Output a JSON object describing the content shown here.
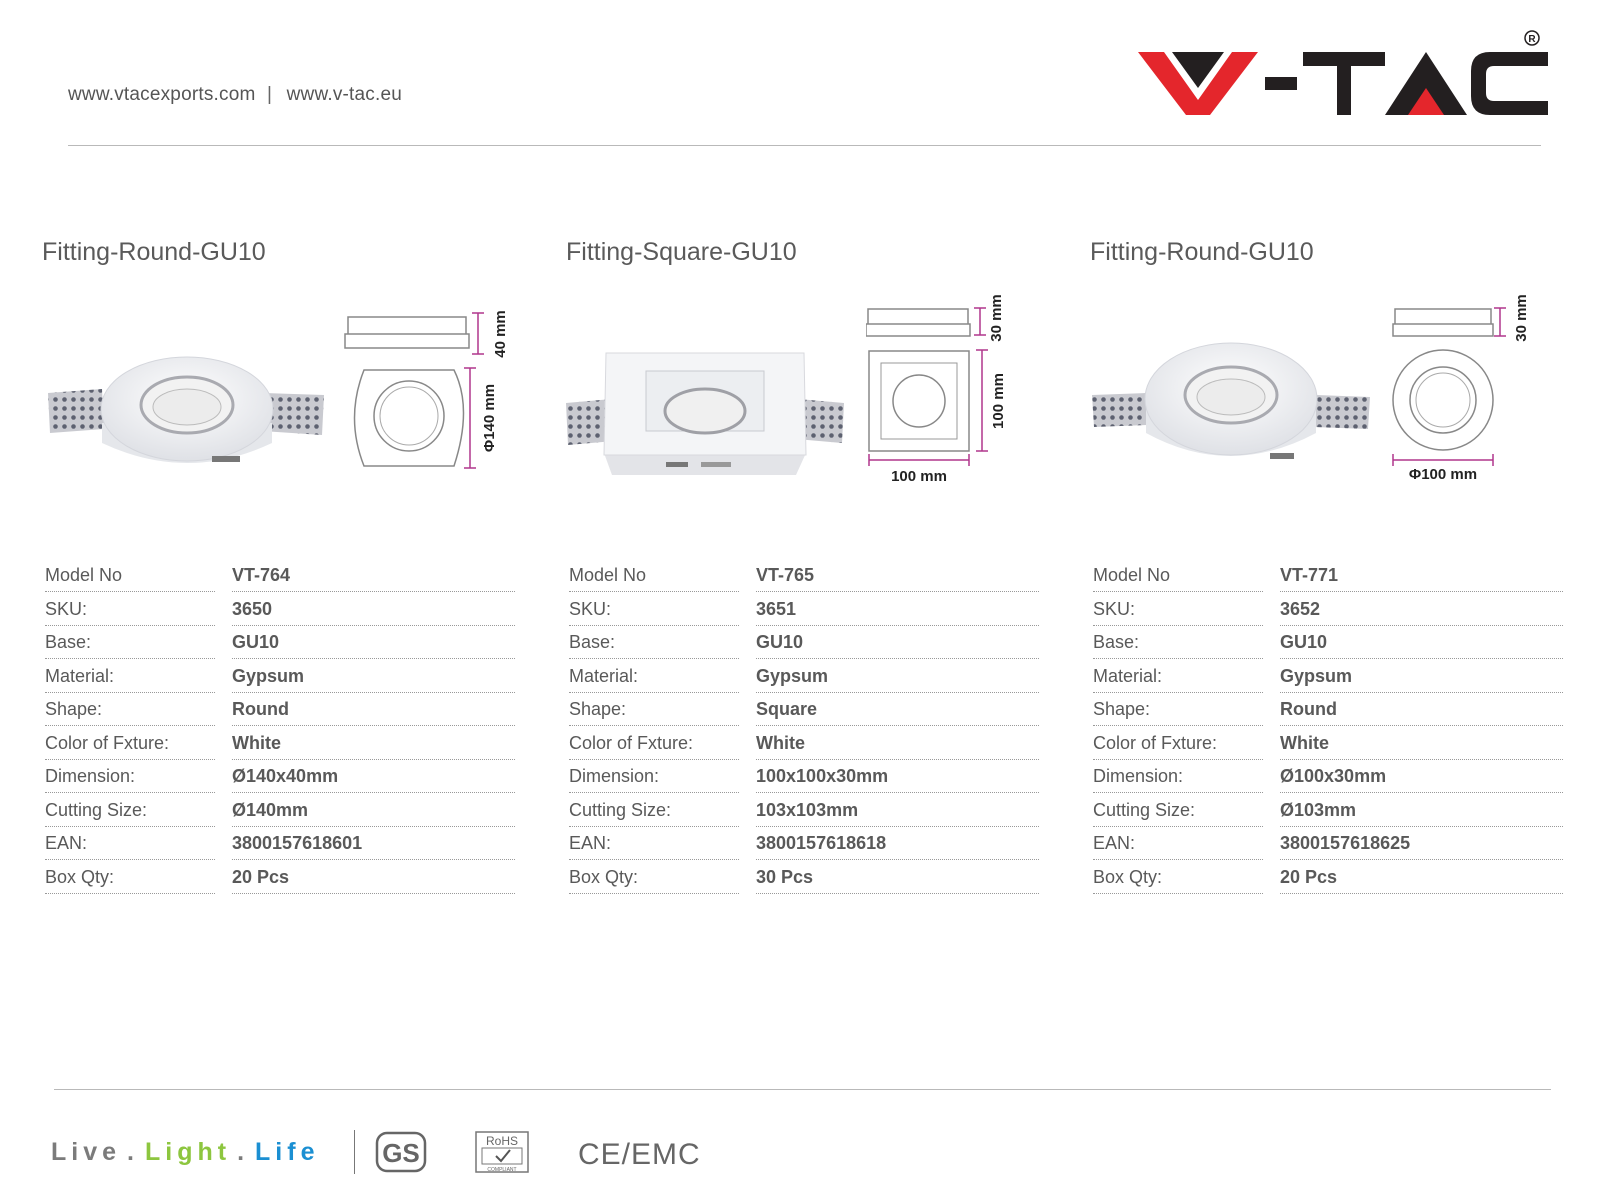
{
  "header": {
    "link1": "www.vtacexports.com",
    "separator": "|",
    "link2": "www.v-tac.eu",
    "logo_text": "V-TAC",
    "logo_mark": "®"
  },
  "labels": {
    "model": "Model No",
    "sku": "SKU:",
    "base": "Base:",
    "material": "Material:",
    "shape": "Shape:",
    "color": "Color of Fxture:",
    "dimension": "Dimension:",
    "cutting": "Cutting Size:",
    "ean": "EAN:",
    "boxqty": "Box Qty:"
  },
  "products": [
    {
      "title": "Fitting-Round-GU10",
      "dim_height": "40 mm",
      "dim_width": "Φ140 mm",
      "model": "VT-764",
      "sku": "3650",
      "base": "GU10",
      "material": "Gypsum",
      "shape": "Round",
      "color": "White",
      "dimension": "Ø140x40mm",
      "cutting": "Ø140mm",
      "ean": "3800157618601",
      "boxqty": "20 Pcs"
    },
    {
      "title": "Fitting-Square-GU10",
      "dim_height": "30 mm",
      "dim_width": "100 mm",
      "dim_depth": "100 mm",
      "model": "VT-765",
      "sku": "3651",
      "base": "GU10",
      "material": "Gypsum",
      "shape": "Square",
      "color": "White",
      "dimension": "100x100x30mm",
      "cutting": "103x103mm",
      "ean": "3800157618618",
      "boxqty": "30 Pcs"
    },
    {
      "title": "Fitting-Round-GU10",
      "dim_height": "30 mm",
      "dim_width": "Φ100 mm",
      "model": "VT-771",
      "sku": "3652",
      "base": "GU10",
      "material": "Gypsum",
      "shape": "Round",
      "color": "White",
      "dimension": "Ø100x30mm",
      "cutting": "Ø103mm",
      "ean": "3800157618625",
      "boxqty": "20 Pcs"
    }
  ],
  "footer": {
    "tag_live": "Live",
    "tag_dot": ".",
    "tag_light": "Light",
    "tag_life": "Life",
    "rohs_label": "RoHS",
    "rohs_sub": "COMPLIANT",
    "ce_text": "CE/EMC"
  },
  "colors": {
    "logo_red": "#e4262c",
    "logo_black": "#231f20",
    "dimension_line": "#b0368c",
    "light_green": "#8dc63f",
    "life_blue": "#1b8fd2"
  }
}
